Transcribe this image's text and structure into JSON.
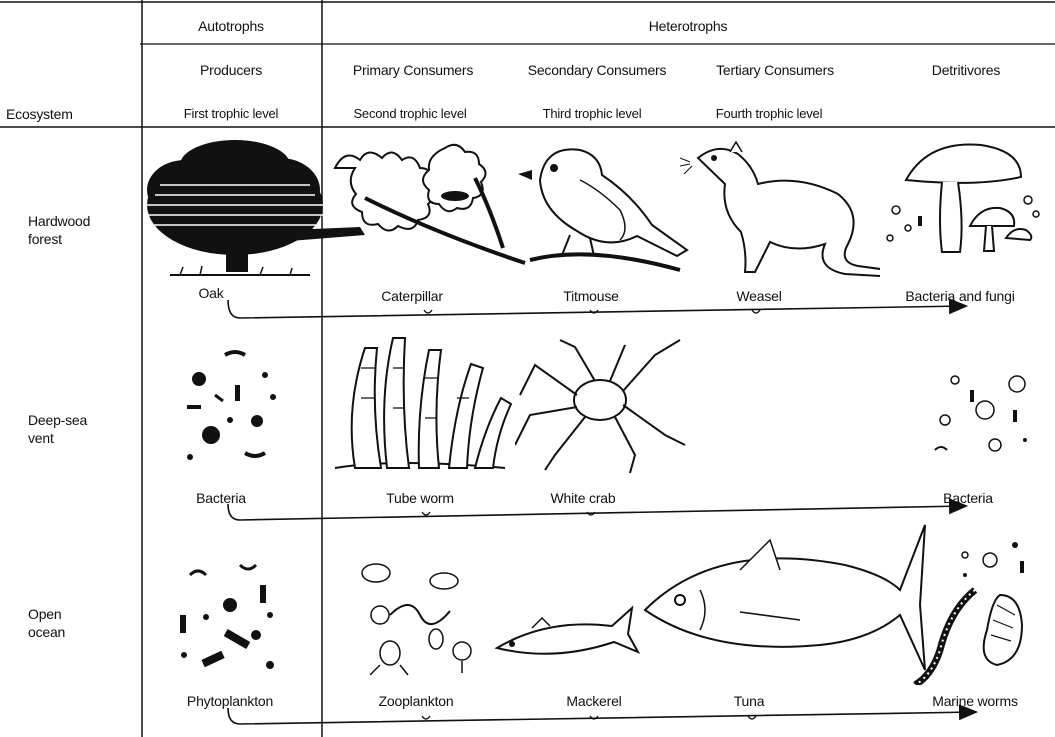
{
  "header": {
    "autotrophs": "Autotrophs",
    "heterotrophs": "Heterotrophs",
    "ecosystem": "Ecosystem",
    "producers": "Producers",
    "primary_consumers": "Primary Consumers",
    "secondary_consumers": "Secondary Consumers",
    "tertiary_consumers": "Tertiary Consumers",
    "detritivores": "Detritivores",
    "first_level": "First trophic level",
    "second_level": "Second trophic level",
    "third_level": "Third trophic level",
    "fourth_level": "Fourth trophic level"
  },
  "rows": [
    {
      "ecosystem": "Hardwood forest",
      "eco_line1": "Hardwood",
      "eco_line2": "forest",
      "organisms": [
        "Oak",
        "Caterpillar",
        "Titmouse",
        "Weasel",
        "Bacteria and fungi"
      ]
    },
    {
      "ecosystem": "Deep-sea vent",
      "eco_line1": "Deep-sea",
      "eco_line2": "vent",
      "organisms": [
        "Bacteria",
        "Tube worm",
        "White crab",
        "Bacteria"
      ]
    },
    {
      "ecosystem": "Open ocean",
      "eco_line1": "Open",
      "eco_line2": "ocean",
      "organisms": [
        "Phytoplankton",
        "Zooplankton",
        "Mackerel",
        "Tuna",
        "Marine worms"
      ]
    }
  ],
  "colors": {
    "ink": "#111111",
    "background": "#ffffff"
  }
}
